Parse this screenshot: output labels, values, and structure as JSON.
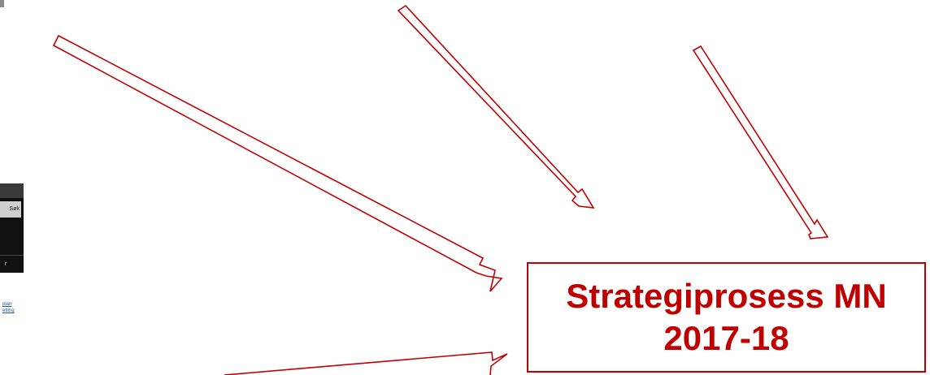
{
  "fragments": {
    "search_button_label": "Søk",
    "bar_letter": "r",
    "link_1": "plan",
    "link_2": "etting"
  },
  "title": {
    "line1": "Strategiprosess MN",
    "line2": "2017-18"
  },
  "colors": {
    "accent": "#c00000",
    "background": "#ffffff"
  }
}
